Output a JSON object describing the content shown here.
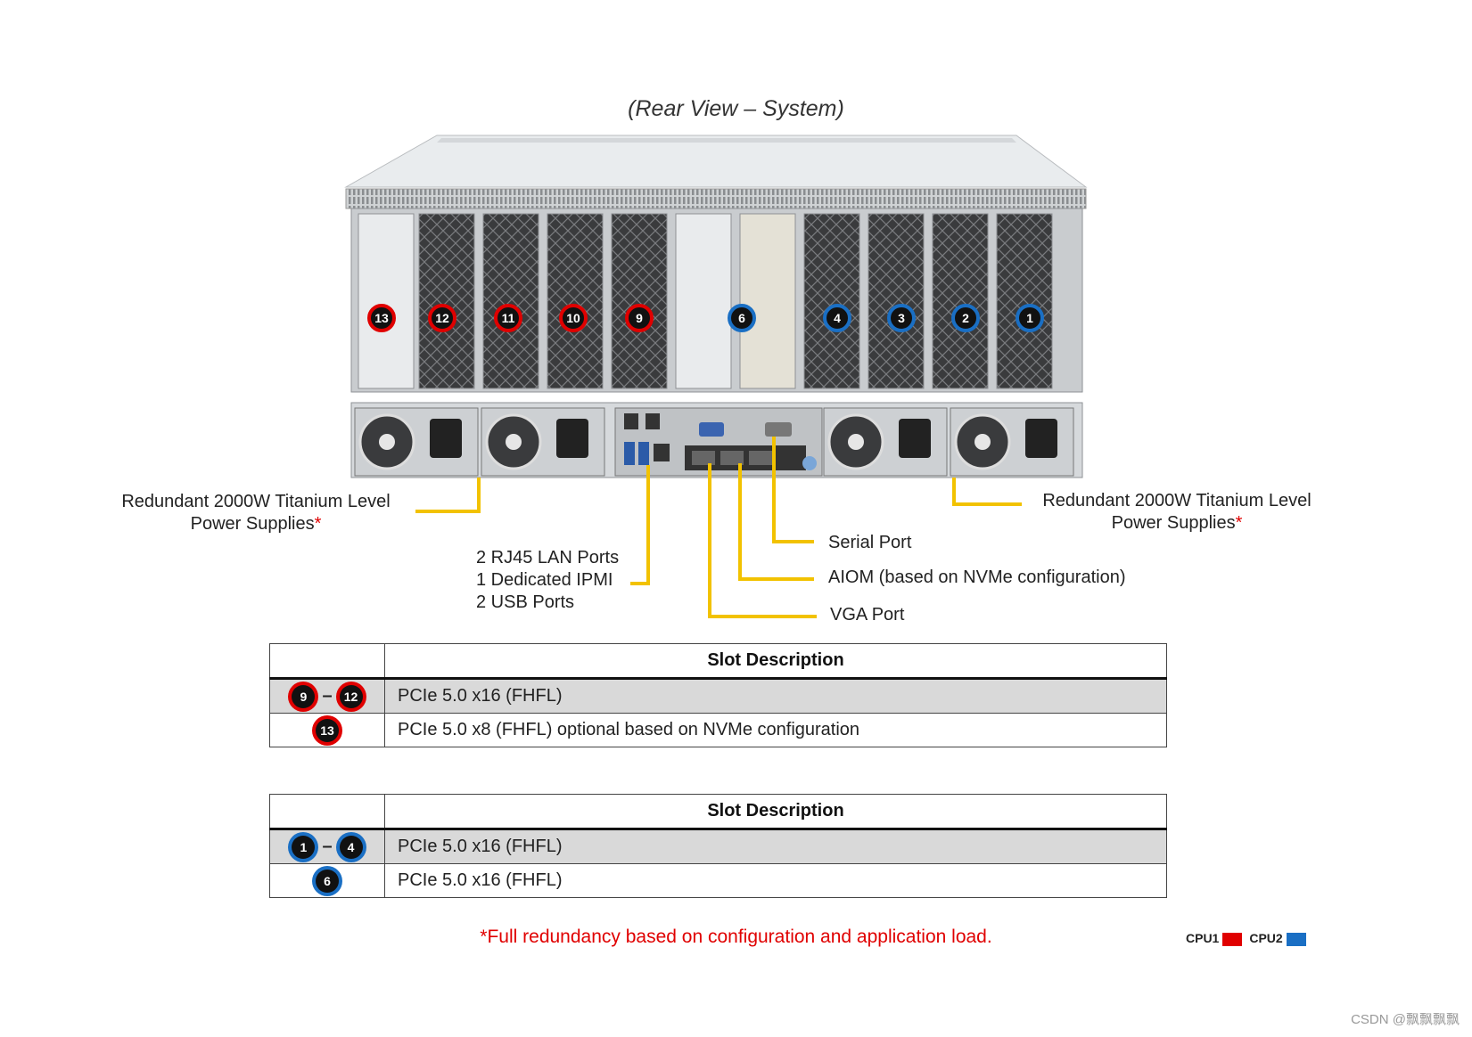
{
  "title": "(Rear View – System)",
  "slots": [
    {
      "n": "13",
      "cpu": "red"
    },
    {
      "n": "12",
      "cpu": "red"
    },
    {
      "n": "11",
      "cpu": "red"
    },
    {
      "n": "10",
      "cpu": "red"
    },
    {
      "n": "9",
      "cpu": "red"
    },
    {
      "n": "6",
      "cpu": "blue"
    },
    {
      "n": "4",
      "cpu": "blue"
    },
    {
      "n": "3",
      "cpu": "blue"
    },
    {
      "n": "2",
      "cpu": "blue"
    },
    {
      "n": "1",
      "cpu": "blue"
    }
  ],
  "callouts": {
    "psu_left_line1": "Redundant 2000W Titanium Level",
    "psu_left_line2": "Power Supplies",
    "psu_right_line1": "Redundant 2000W Titanium Level",
    "psu_right_line2": "Power Supplies",
    "asterisk": "*",
    "lan_line1": "2 RJ45 LAN Ports",
    "lan_line2": "1 Dedicated IPMI",
    "lan_line3": "2 USB Ports",
    "serial": "Serial Port",
    "aiom": "AIOM (based on NVMe configuration)",
    "vga": "VGA Port"
  },
  "table1": {
    "header": "Slot Description",
    "rows": [
      {
        "from": "9",
        "to": "12",
        "desc": "PCIe 5.0 x16 (FHFL)"
      },
      {
        "single": "13",
        "desc": "PCIe 5.0 x8 (FHFL) optional based on NVMe configuration"
      }
    ]
  },
  "table2": {
    "header": "Slot Description",
    "rows": [
      {
        "from": "1",
        "to": "4",
        "desc": "PCIe 5.0 x16 (FHFL)"
      },
      {
        "single": "6",
        "desc": "PCIe 5.0 x16 (FHFL)"
      }
    ]
  },
  "footnote": "*Full redundancy based on configuration and application load.",
  "legend": {
    "cpu1": "CPU1",
    "cpu1_color": "#e00000",
    "cpu2": "CPU2",
    "cpu2_color": "#1a6fc4"
  },
  "watermark": "CSDN @飘飘飘飘",
  "colors": {
    "callout_line": "#f2c200",
    "dash": "–"
  }
}
